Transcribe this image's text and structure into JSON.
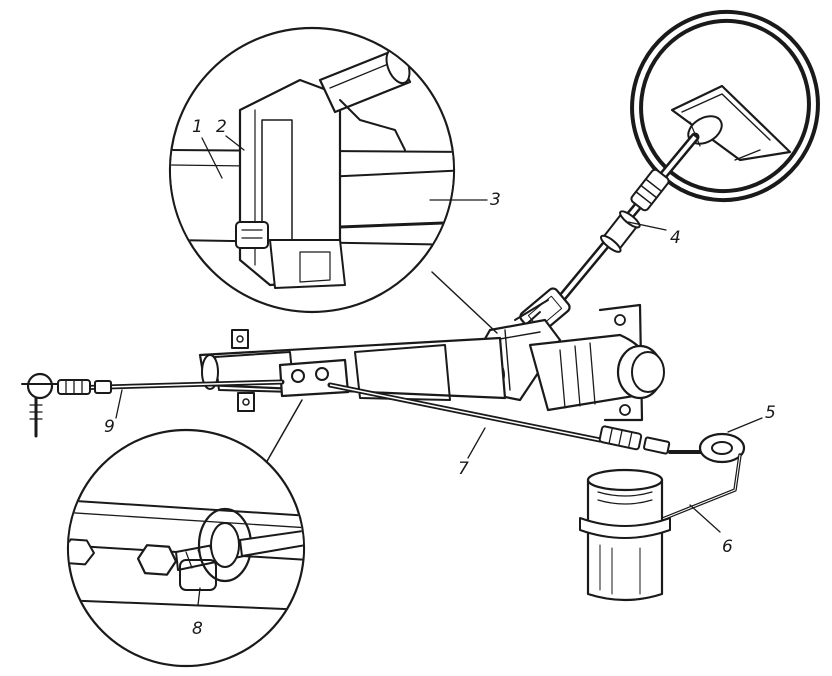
{
  "figure": {
    "kind": "technical-illustration",
    "subject": "rack-and-pinion steering mechanism",
    "ink_color": "#1a1a1a",
    "background_color": "#ffffff"
  },
  "callouts": [
    {
      "id": "1",
      "text": "1"
    },
    {
      "id": "2",
      "text": "2"
    },
    {
      "id": "3",
      "text": "3"
    },
    {
      "id": "4",
      "text": "4"
    },
    {
      "id": "5",
      "text": "5"
    },
    {
      "id": "6",
      "text": "6"
    },
    {
      "id": "7",
      "text": "7"
    },
    {
      "id": "8",
      "text": "8"
    },
    {
      "id": "9",
      "text": "9"
    }
  ]
}
